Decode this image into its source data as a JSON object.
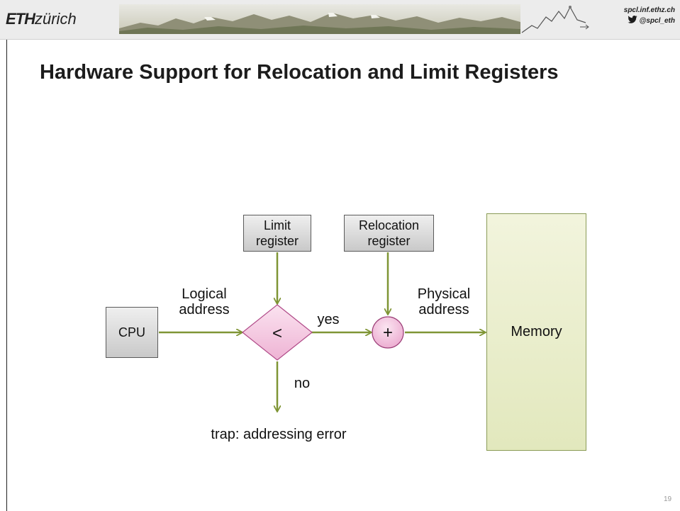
{
  "header": {
    "logo_bold": "ETH",
    "logo_regular": "zürich",
    "link": "spcl.inf.ethz.ch",
    "twitter": "@spcl_eth"
  },
  "slide": {
    "title": "Hardware Support for Relocation and Limit Registers",
    "page_number": "19"
  },
  "diagram": {
    "cpu": "CPU",
    "limit_register": [
      "Limit",
      "register"
    ],
    "relocation_register": [
      "Relocation",
      "register"
    ],
    "compare_symbol": "<",
    "add_symbol": "+",
    "memory": "Memory",
    "logical_address": [
      "Logical",
      "address"
    ],
    "physical_address": [
      "Physical",
      "address"
    ],
    "yes": "yes",
    "no": "no",
    "trap": "trap: addressing error"
  },
  "colors": {
    "arrow": "#7f9535",
    "diamond_fill": "#f3c8e0",
    "diamond_stroke": "#b04a88",
    "memory_fill": "#e6ebc6"
  }
}
